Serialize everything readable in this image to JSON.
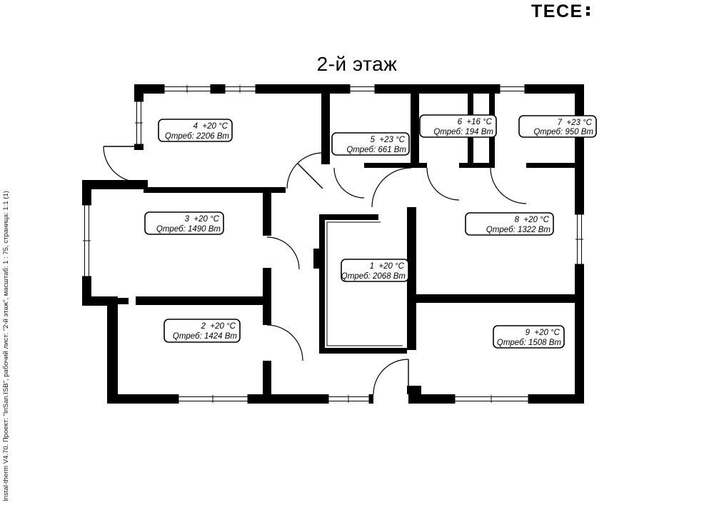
{
  "header": {
    "logo_text": "TECE",
    "title": "2-й этаж"
  },
  "footer_note": "Instal-therm V4.70. Проект: \"InSan.ISB\", рабочий лист: \"2-й этаж\", масштаб: 1 : 75, страница: 1:1 (1)",
  "rooms": [
    {
      "line1": "1  +20 °C",
      "line2": "Qтреб: 2068 Вт"
    },
    {
      "line1": "2  +20 °C",
      "line2": "Qтреб: 1424 Вт"
    },
    {
      "line1": "3  +20 °C",
      "line2": "Qтреб: 1490 Вт"
    },
    {
      "line1": "4  +20 °C",
      "line2": "Qтреб: 2206 Вт"
    },
    {
      "line1": "5  +23 °C",
      "line2": "Qтреб: 661 Вт"
    },
    {
      "line1": "6  +16 °C",
      "line2": "Qтреб: 194 Вт"
    },
    {
      "line1": "7  +23 °C",
      "line2": "Qтреб: 950 Вт"
    },
    {
      "line1": "8  +20 °C",
      "line2": "Qтреб: 1322 Вт"
    },
    {
      "line1": "9  +20 °C",
      "line2": "Qтреб: 1508 Вт"
    }
  ]
}
